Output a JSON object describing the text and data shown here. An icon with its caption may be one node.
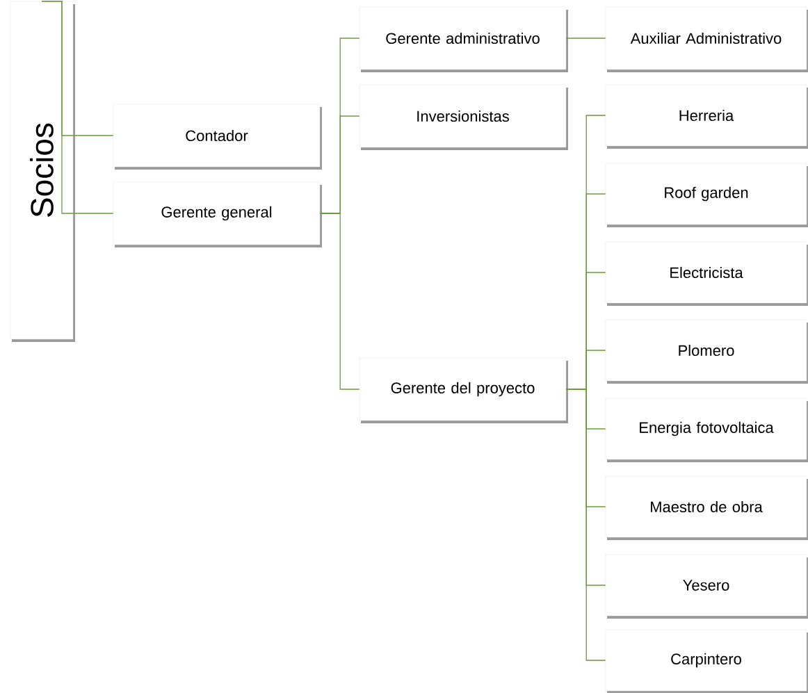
{
  "diagram": {
    "nodes": [
      {
        "text": [
          "Socios"
        ]
      },
      {
        "text": [
          "Contador"
        ]
      },
      {
        "text": [
          "Gerente general"
        ]
      },
      {
        "text": [
          "Gerente administrativo"
        ]
      },
      {
        "text": [
          "Inversionistas"
        ]
      },
      {
        "text": [
          "Gerente del proyecto"
        ]
      },
      {
        "text": [
          "Auxiliar Administrativo"
        ]
      },
      {
        "text": [
          "Herreria"
        ]
      },
      {
        "text": [
          "Roof garden"
        ]
      },
      {
        "text": [
          "Electricista"
        ]
      },
      {
        "text": [
          "Plomero"
        ]
      },
      {
        "text": [
          "Energia fotovoltaica"
        ]
      },
      {
        "text": [
          "Maestro de obra"
        ]
      },
      {
        "text": [
          "Yesero"
        ]
      },
      {
        "text": [
          "Carpintero"
        ]
      }
    ],
    "edges": [
      {
        "from": 0,
        "to": 1,
        "arrow": "none"
      },
      {
        "from": 0,
        "to": 2,
        "arrow": "none"
      },
      {
        "from": 2,
        "to": 3,
        "arrow": "none"
      },
      {
        "from": 2,
        "to": 4,
        "arrow": "none"
      },
      {
        "from": 2,
        "to": 5,
        "arrow": "none"
      },
      {
        "from": 3,
        "to": 6,
        "arrow": "none"
      },
      {
        "from": 5,
        "to": 7,
        "arrow": "none"
      },
      {
        "from": 5,
        "to": 8,
        "arrow": "none"
      },
      {
        "from": 5,
        "to": 9,
        "arrow": "none"
      },
      {
        "from": 5,
        "to": 10,
        "arrow": "none"
      },
      {
        "from": 5,
        "to": 11,
        "arrow": "none"
      },
      {
        "from": 5,
        "to": 12,
        "arrow": "none"
      },
      {
        "from": 5,
        "to": 13,
        "arrow": "none"
      },
      {
        "from": 5,
        "to": 14,
        "arrow": "none"
      }
    ]
  }
}
